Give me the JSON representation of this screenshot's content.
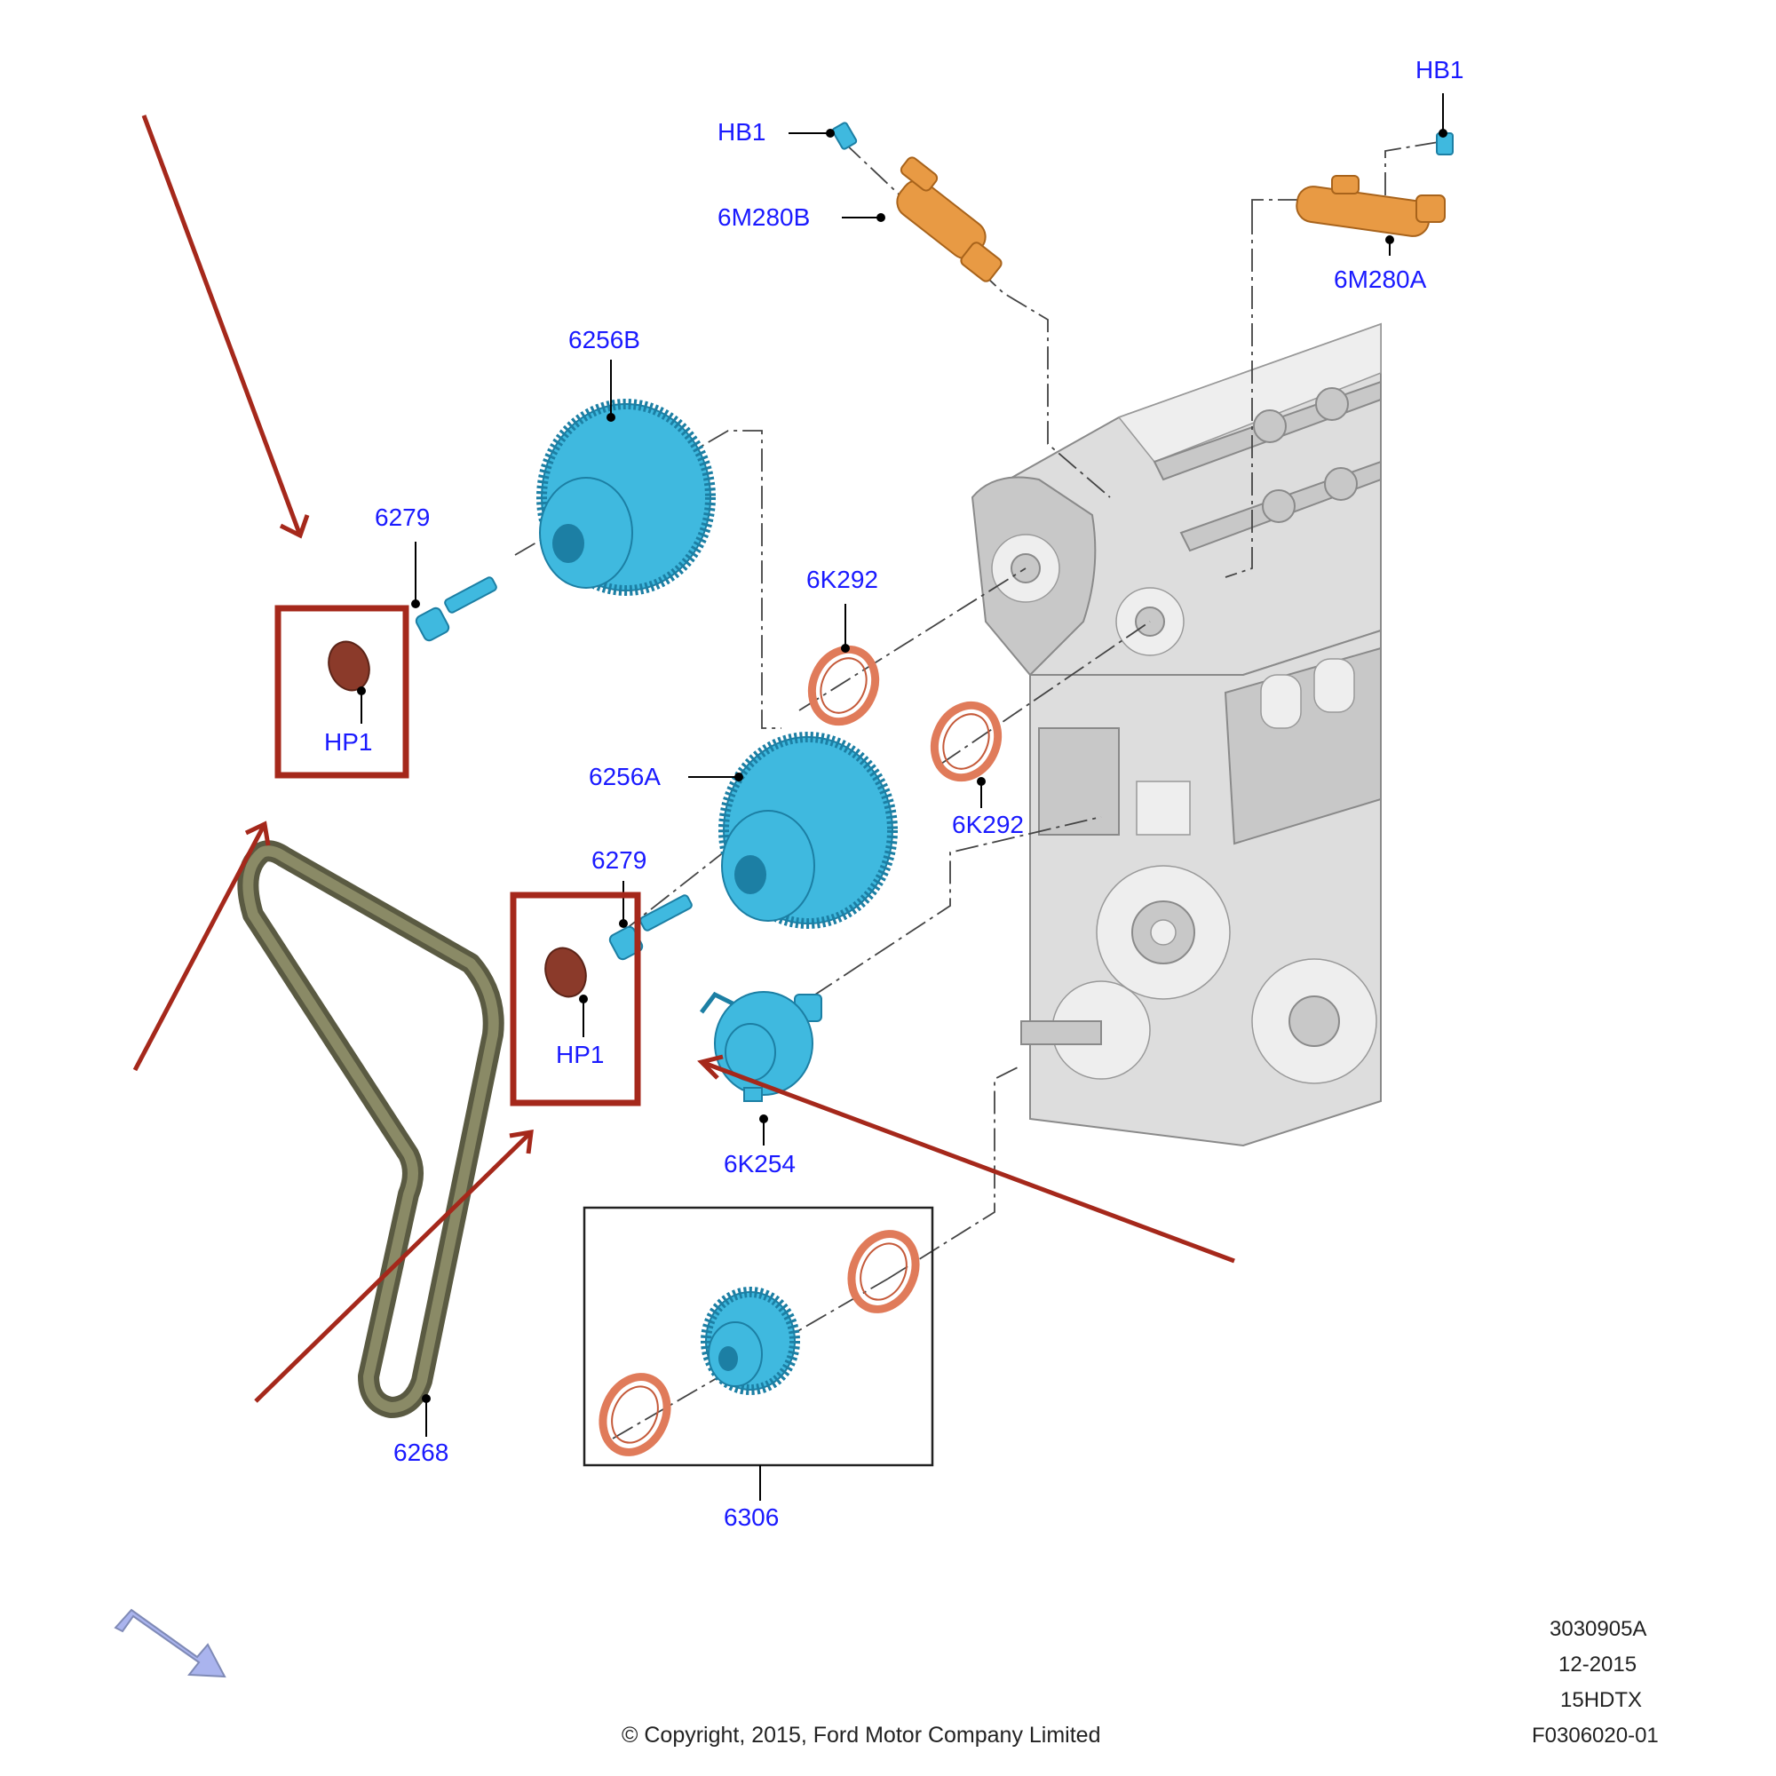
{
  "callouts": {
    "hb1_left": "HB1",
    "hb1_right": "HB1",
    "solenoid_b": "6M280B",
    "solenoid_a": "6M280A",
    "sprocket_b": "6256B",
    "sprocket_a": "6256A",
    "bolt_upper": "6279",
    "bolt_lower": "6279",
    "seal_upper": "6K292",
    "seal_lower": "6K292",
    "plug_upper": "HP1",
    "plug_lower": "HP1",
    "tensioner": "6K254",
    "belt": "6268",
    "crank_kit": "6306"
  },
  "footer": {
    "illustration_id": "3030905A",
    "date": "12-2015",
    "model_code": "15HDTX",
    "figure_ref": "F0306020-01",
    "copyright": "© Copyright, 2015, Ford Motor Company Limited"
  },
  "colors": {
    "callout_text": "#1a1aff",
    "highlight": "#a5281b",
    "metal_part": "#3fb9df",
    "seal": "#e07b5a",
    "solenoid": "#e89a44",
    "engine": "#dddddd"
  },
  "icons": {
    "view_direction": "view-direction-arrow-icon"
  }
}
